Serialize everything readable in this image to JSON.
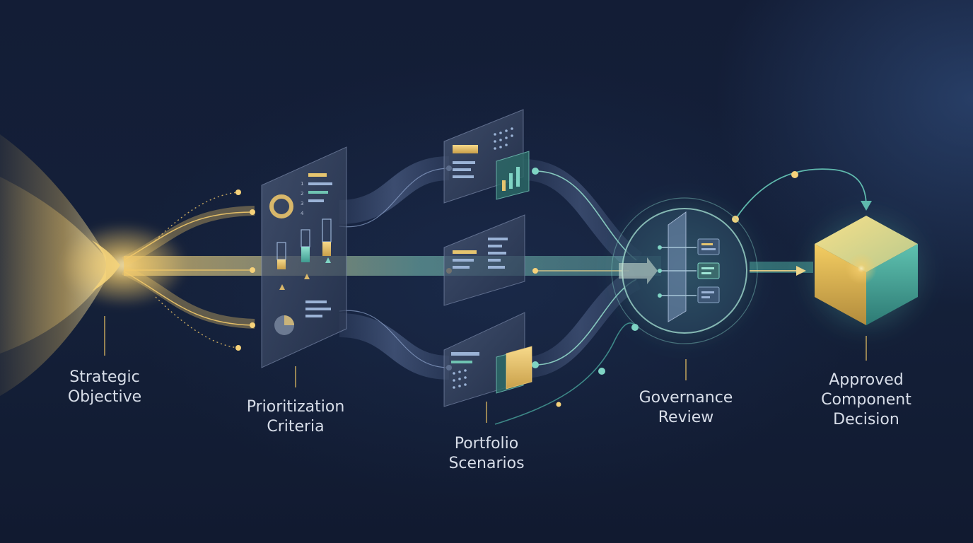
{
  "stages": [
    {
      "id": "strategic-objective",
      "lines": [
        "Strategic",
        "Objective"
      ]
    },
    {
      "id": "prioritization-criteria",
      "lines": [
        "Prioritization",
        "Criteria"
      ]
    },
    {
      "id": "portfolio-scenarios",
      "lines": [
        "Portfolio",
        "Scenarios"
      ]
    },
    {
      "id": "governance-review",
      "lines": [
        "Governance",
        "Review"
      ]
    },
    {
      "id": "approved-component-decision",
      "lines": [
        "Approved",
        "Component",
        "Decision"
      ]
    }
  ],
  "criteria_panel_digits": [
    "1",
    "2",
    "3",
    "4"
  ],
  "colors": {
    "background": "#121c33",
    "gold": "#f2c96a",
    "teal": "#4fb3a6",
    "blue_flow": "#8ea6d8",
    "label_text": "#d7dde8"
  }
}
